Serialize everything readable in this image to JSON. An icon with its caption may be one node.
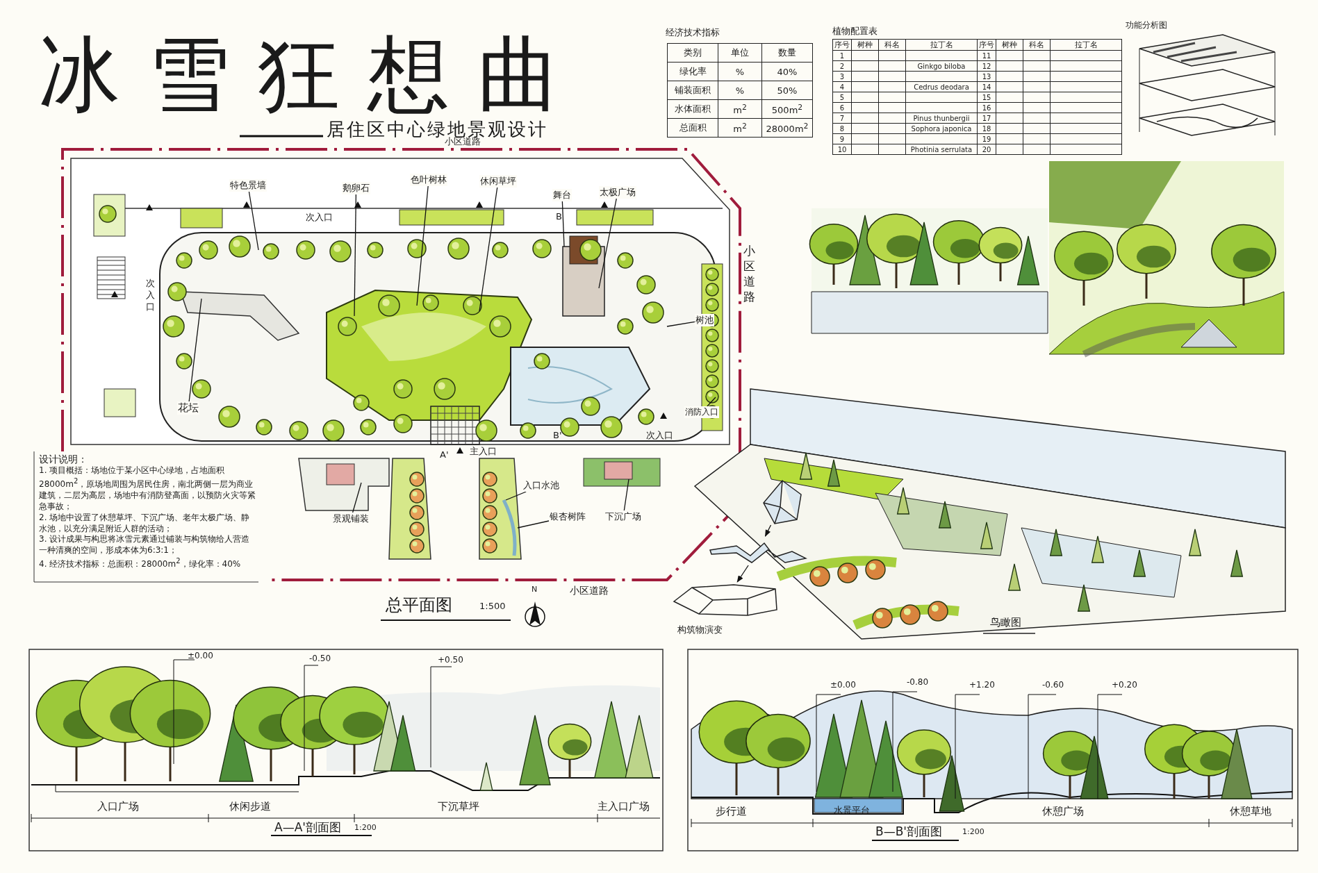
{
  "diagram": {
    "title": "冰雪狂想曲",
    "nodes": [
      {
        "text": [
          "特色景墙"
        ]
      },
      {
        "text": [
          "鹅卵石"
        ]
      },
      {
        "text": [
          "色叶树林"
        ]
      },
      {
        "text": [
          "休闲草坪"
        ]
      },
      {
        "text": [
          "舞台"
        ]
      },
      {
        "text": [
          "太极广场"
        ]
      },
      {
        "text": [
          "树池"
        ]
      },
      {
        "text": [
          "花坛"
        ]
      },
      {
        "text": [
          "消防入口"
        ]
      },
      {
        "text": [
          "景观铺装"
        ]
      },
      {
        "text": [
          "入口水池"
        ]
      },
      {
        "text": [
          "银杏树阵"
        ]
      },
      {
        "text": [
          "下沉广场"
        ]
      },
      {
        "text": [],
        "shape": "picture"
      },
      {
        "text": [],
        "shape": "picture"
      },
      {
        "text": [],
        "shape": "picture"
      }
    ],
    "edges": [
      {
        "from": 0,
        "to": null,
        "arrow": "none"
      },
      {
        "from": 1,
        "to": null,
        "arrow": "none"
      },
      {
        "from": 2,
        "to": null,
        "arrow": "none"
      },
      {
        "from": 3,
        "to": null,
        "arrow": "none"
      },
      {
        "from": 4,
        "to": null,
        "arrow": "none"
      },
      {
        "from": 5,
        "to": null,
        "arrow": "none"
      },
      {
        "from": 6,
        "to": null,
        "arrow": "none"
      },
      {
        "from": 7,
        "to": null,
        "arrow": "none"
      },
      {
        "from": 8,
        "to": null,
        "arrow": "none"
      },
      {
        "from": 9,
        "to": null,
        "arrow": "none"
      },
      {
        "from": 10,
        "to": null,
        "arrow": "none"
      },
      {
        "from": 11,
        "to": null,
        "arrow": "none"
      },
      {
        "from": 12,
        "to": null,
        "arrow": "none"
      },
      {
        "from": 13,
        "to": 14,
        "arrow": "to"
      },
      {
        "from": 14,
        "to": 15,
        "arrow": "to"
      }
    ],
    "labels": [
      "居住区中心绿地景观设计",
      "小区道路",
      "小区道路",
      "小区道路",
      "次入口",
      "次入口",
      "次入口",
      "主入口",
      "B",
      "B'",
      "A'",
      "设计说明：",
      "1. 项目概括：场地位于某小区中心绿地，占地面积28000m$^{2}$，原场地周围为居民住房，南北两侧一层为商业建筑，二层为高层，场地中有消防登高面，以预防火灾等紧急事故；",
      "2. 场地中设置了休憩草坪、下沉广场、老年太极广场、静水池，以充分满足附近人群的活动；",
      "3. 设计成果与构思将冰雪元素通过铺装与构筑物给人营造一种清爽的空间，形成本体为6:3:1；",
      "4. 经济技术指标：总面积：28000m$^{2}$，绿化率：40%",
      "总平面图",
      "1:500",
      "N",
      "经济技术指标",
      "类别",
      "单位",
      "数量",
      "绿化率",
      "%",
      "40%",
      "铺装面积",
      "%",
      "50%",
      "水体面积",
      "m$^{2}$",
      "500m$^{2}$",
      "总面积",
      "m$^{2}$",
      "28000m$^{2}$",
      "植物配置表",
      "序号",
      "树种",
      "科名",
      "拉丁名",
      "序号",
      "树种",
      "科名",
      "拉丁名",
      "1",
      "2",
      "3",
      "4",
      "5",
      "6",
      "7",
      "8",
      "9",
      "10",
      "11",
      "12",
      "13",
      "14",
      "15",
      "16",
      "17",
      "18",
      "19",
      "20",
      "Ginkgo biloba",
      "Cedrus deodara",
      "Pinus thunbergii",
      "Sophora japonica",
      "Photinia serrulata",
      "功能分析图",
      "鸟瞰图",
      "构筑物演变",
      "±0.00",
      "-0.50",
      "+0.50",
      "入口广场",
      "休闲步道",
      "下沉草坪",
      "主入口广场",
      "A—A'剖面图",
      "1:200",
      "±0.00",
      "-0.80",
      "+1.20",
      "-0.60",
      "+0.20",
      "步行道",
      "水景平台",
      "休憩广场",
      "休憩草地",
      "B—B'剖面图",
      "1:200"
    ]
  }
}
